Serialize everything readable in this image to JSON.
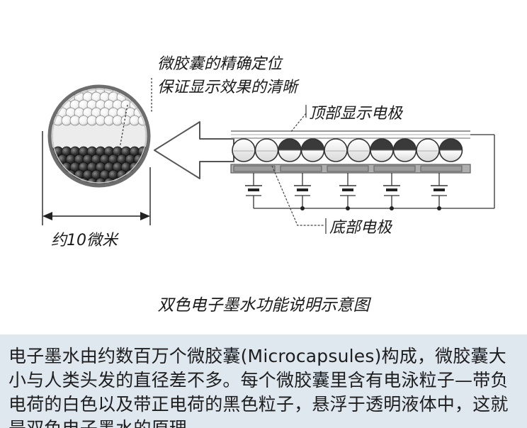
{
  "labels": {
    "precise_positioning_line1": "微胶囊的精确定位",
    "precise_positioning_line2": "保证显示效果的清晰",
    "top_electrode": "顶部显示电极",
    "bottom_electrode": "底部电极",
    "diameter": "约10微米"
  },
  "title": "双色电子墨水功能说明示意图",
  "caption": "电子墨水由约数百万个微胶囊(Microcapsules)构成，微胶囊大小与人类头发的直径差不多。每个微胶囊里含有电泳粒子—带负电荷的白色以及带正电荷的黑色粒子，悬浮于透明液体中，这就是双色电子墨水的原理。",
  "colors": {
    "caption_bg": "#dfe7ef",
    "black_particle": "#3a3a3a",
    "white_particle": "#f4f4f4",
    "electrode": "#9c9c9c"
  },
  "capsules": [
    {
      "state": "white"
    },
    {
      "state": "white"
    },
    {
      "state": "split"
    },
    {
      "state": "split"
    },
    {
      "state": "white"
    },
    {
      "state": "white"
    },
    {
      "state": "split"
    },
    {
      "state": "split"
    },
    {
      "state": "white"
    },
    {
      "state": "split"
    }
  ]
}
